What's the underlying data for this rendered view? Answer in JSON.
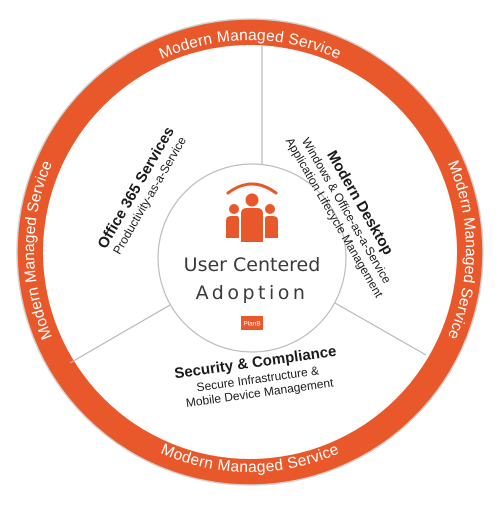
{
  "ring": {
    "top_label": "Modern Managed Service",
    "right_label": "Modern Managed Service",
    "bottom_label": "Modern Managed Service",
    "left_label": "Modern Managed Service"
  },
  "segments": {
    "office": {
      "title": "Office 365 Services",
      "subtitle": "Productivity-as-a-Service"
    },
    "desktop": {
      "title": "Modern Desktop",
      "line1": "Windows & Office-as-a-Service",
      "line2": "Application Lifecycle Management"
    },
    "security": {
      "title": "Security & Compliance",
      "line1": "Secure Infrastructure &",
      "line2": "Mobile Device Management"
    }
  },
  "center": {
    "title": "User Centered",
    "subtitle": "Adoption",
    "logo_text": "PlanB"
  },
  "colors": {
    "accent": "#e8582a",
    "divider": "#b8b8b8",
    "text": "#1a1a1a"
  },
  "icons": {
    "center_icon": "people-group-icon"
  }
}
